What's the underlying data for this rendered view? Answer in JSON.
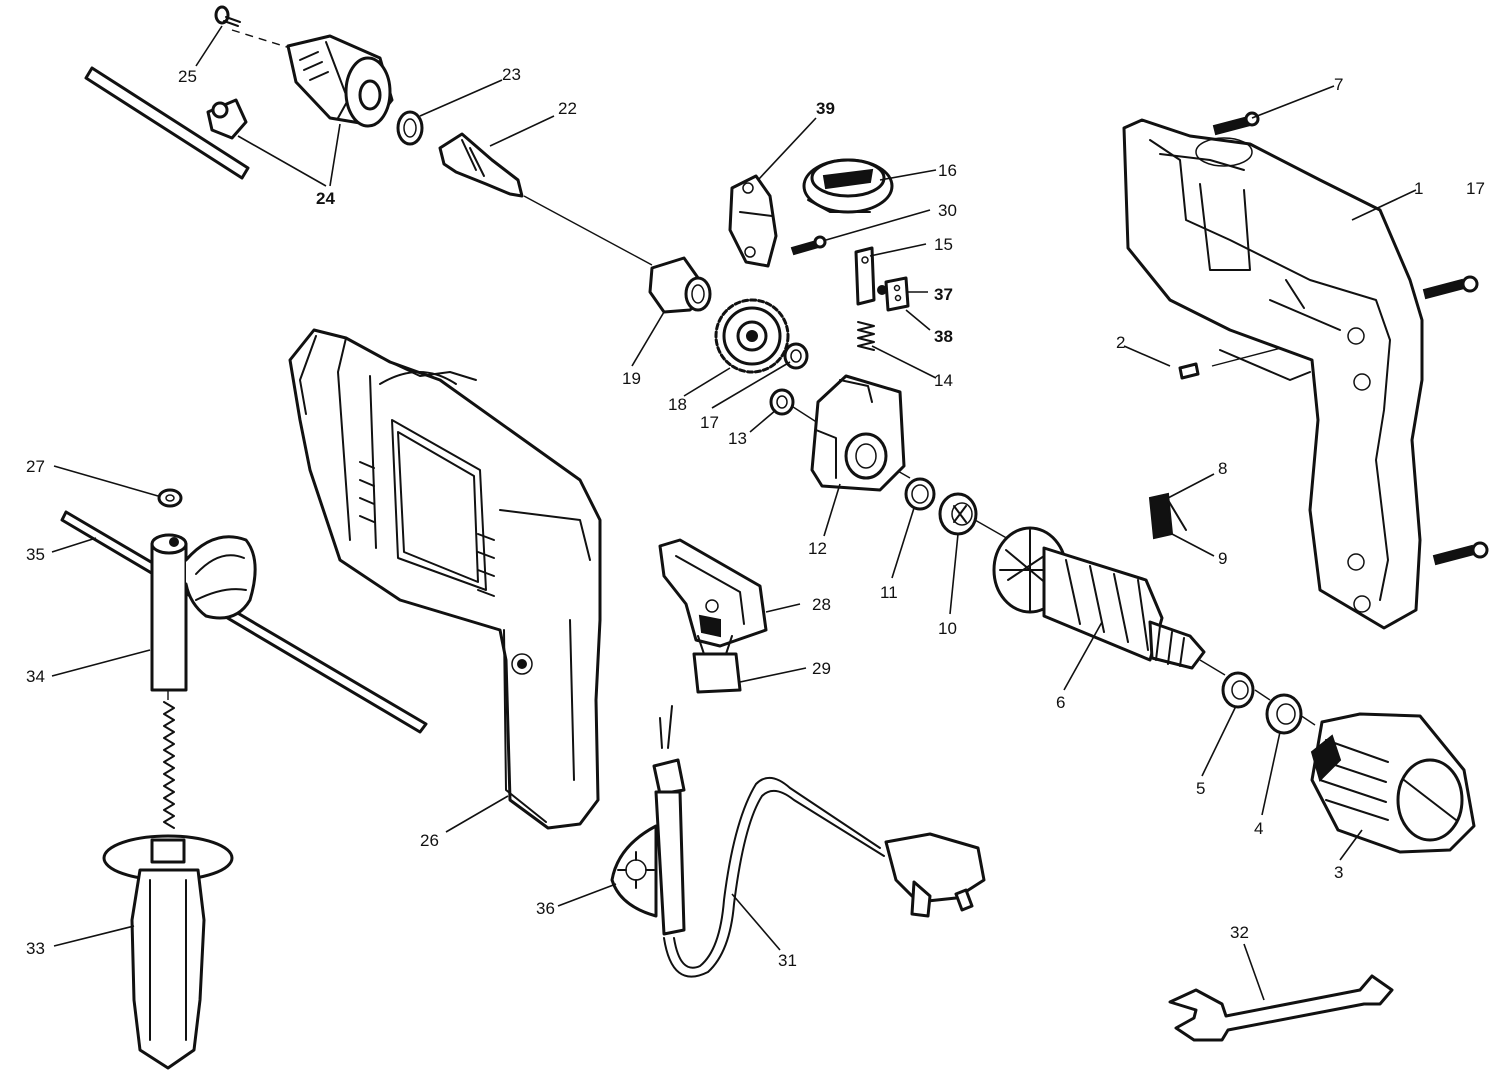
{
  "callouts": {
    "c1": "1",
    "c2": "2",
    "c3": "3",
    "c4": "4",
    "c5": "5",
    "c6": "6",
    "c7": "7",
    "c8": "8",
    "c9": "9",
    "c10": "10",
    "c11": "11",
    "c12": "12",
    "c13": "13",
    "c14": "14",
    "c15": "15",
    "c16": "16",
    "c17a": "17",
    "c17b": "17",
    "c18": "18",
    "c19": "19",
    "c22": "22",
    "c23": "23",
    "c24": "24",
    "c25": "25",
    "c26": "26",
    "c27": "27",
    "c28": "28",
    "c29": "29",
    "c30": "30",
    "c31": "31",
    "c32": "32",
    "c33": "33",
    "c34": "34",
    "c35": "35",
    "c36": "36",
    "c37": "37",
    "c38": "38",
    "c39": "39"
  },
  "colors": {
    "ink": "#111111",
    "paper": "#ffffff"
  }
}
